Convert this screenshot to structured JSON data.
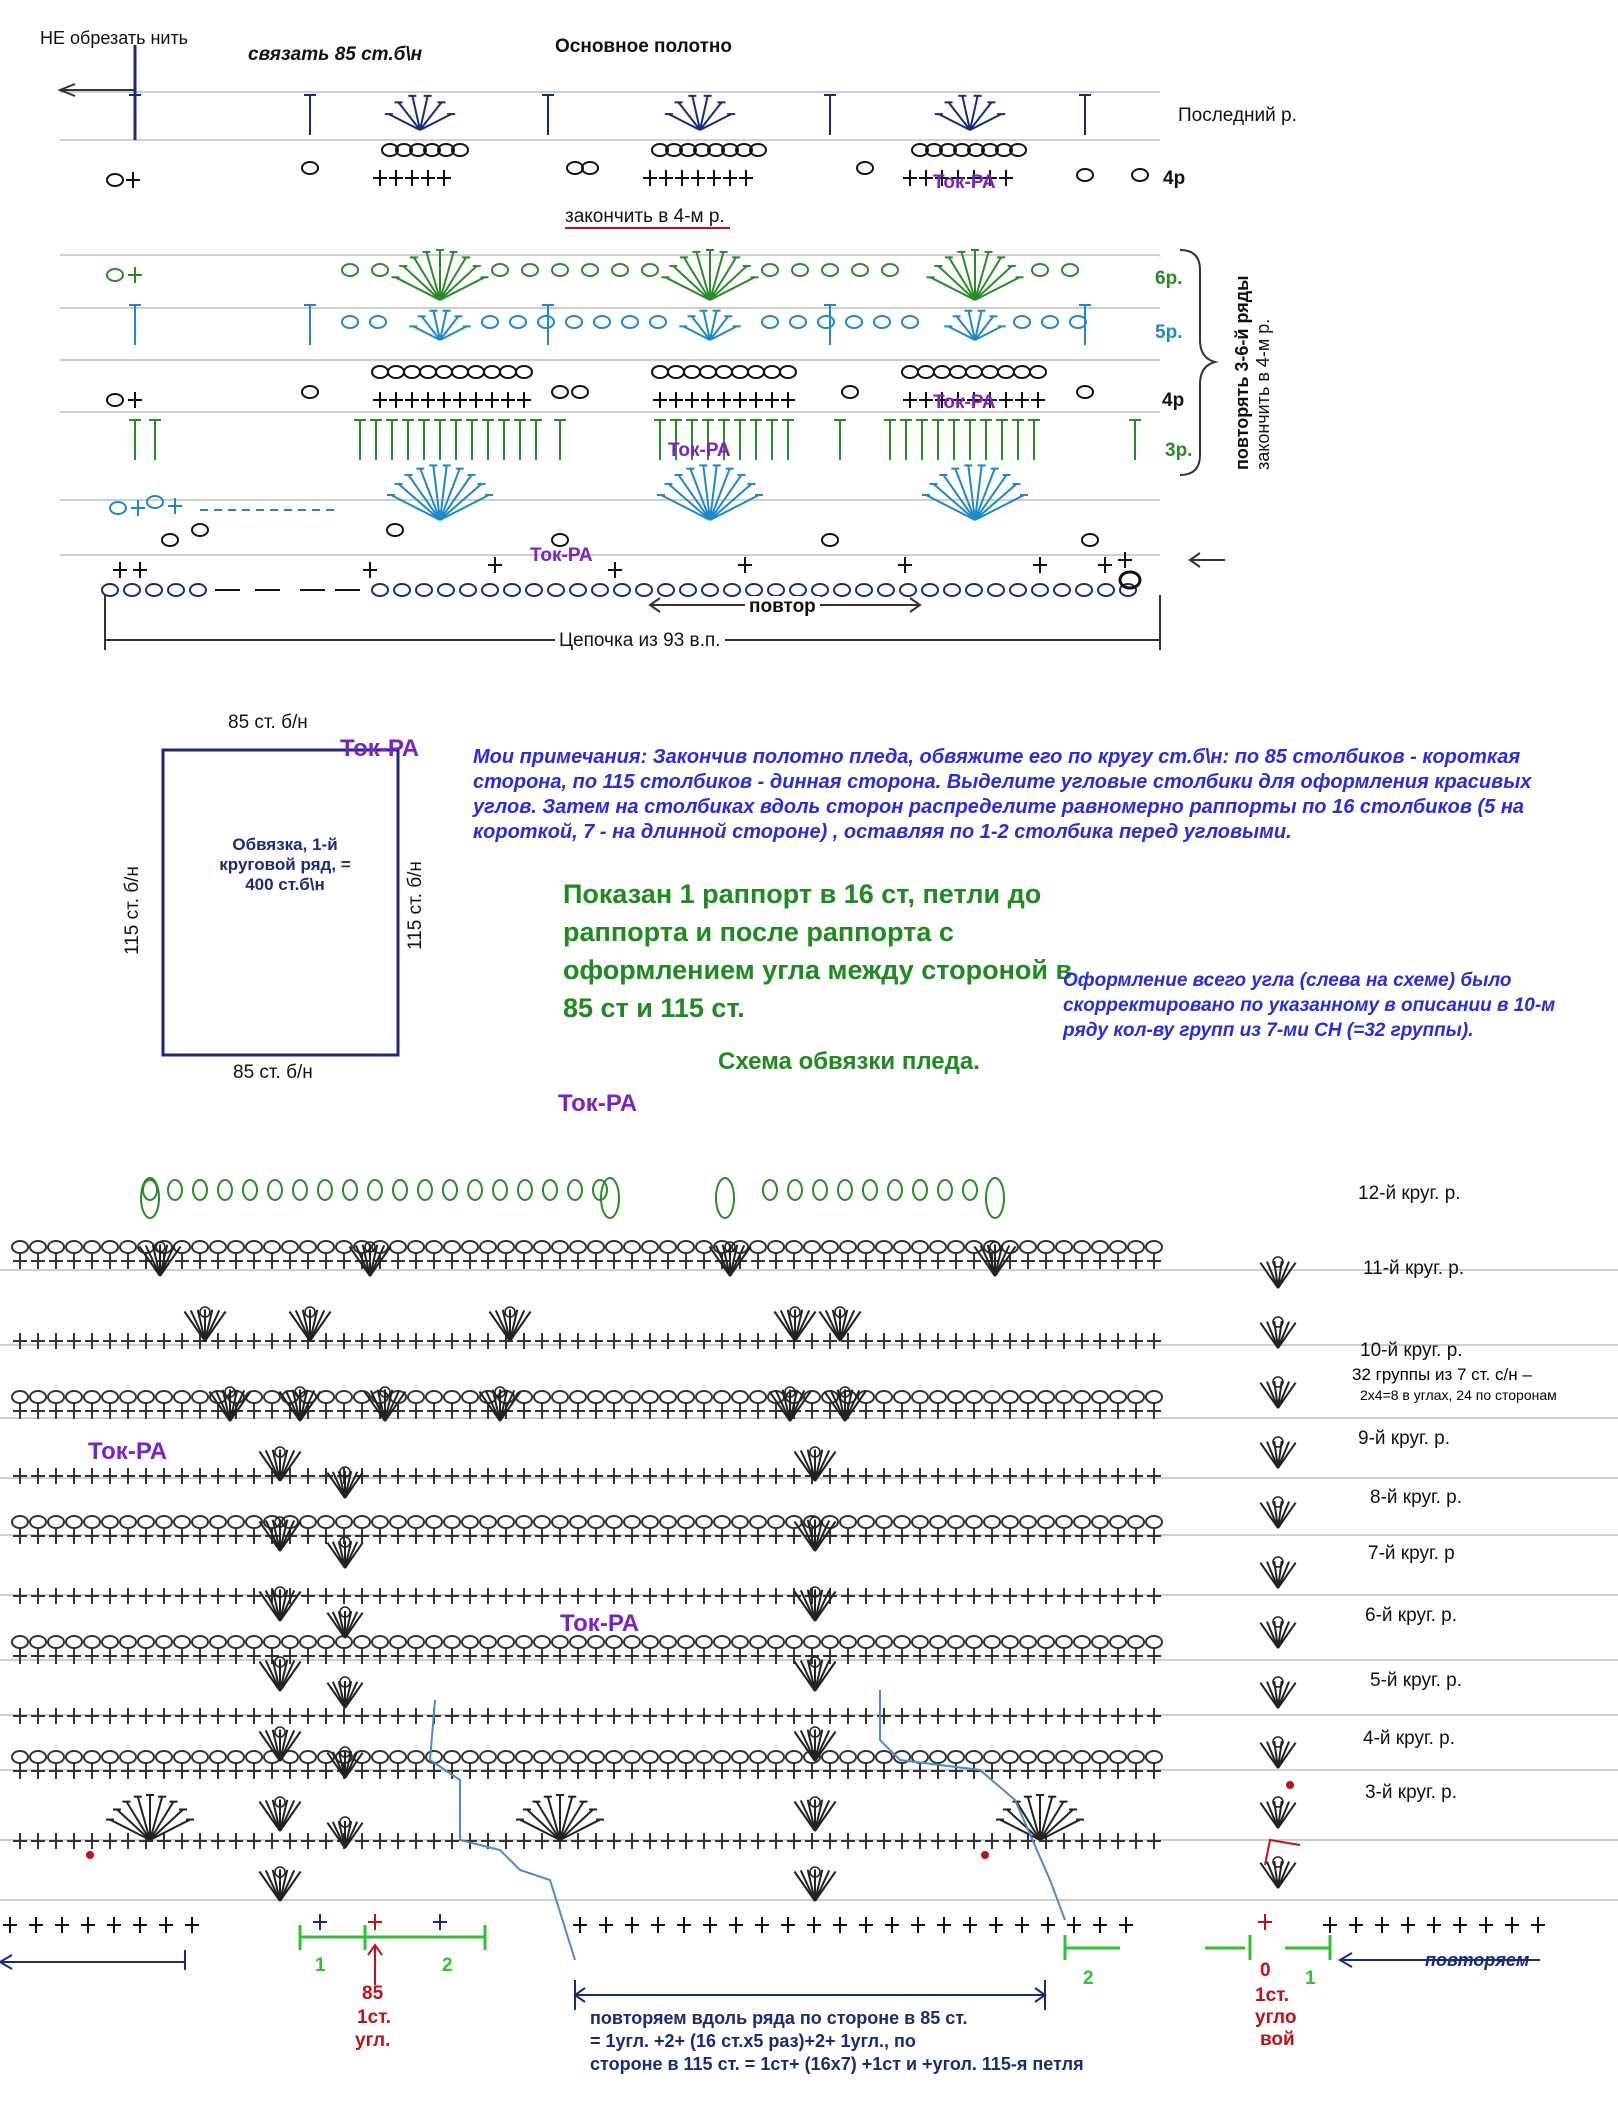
{
  "top": {
    "ne_obrezat": "НЕ обрезать нить",
    "svyazat": "связать 85 ст.б\\н",
    "osnovnoe": "Основное полотно",
    "posledniy": "Последний р.",
    "row4": "4р",
    "zakonchit": "закончить в 4-м р.",
    "row6": "6р.",
    "row5": "5р.",
    "row4b": "4р",
    "row3": "3р.",
    "povtoryat": "повторять 3-6-й ряды",
    "zakonchit_v4": "закончить в 4-м р.",
    "povtor": "повтор",
    "cepochka": "Цепочка из 93 в.п."
  },
  "brand": "Ток-РА",
  "rect": {
    "top": "85 ст. б/н",
    "bottom": "85 ст. б/н",
    "left": "115 ст. б/н",
    "right": "115 ст. б/н",
    "center": "Обвязка, 1-й круговой ряд, = 400 ст.б\\н"
  },
  "notes": {
    "main": "Мои примечания: Закончив полотно пледа, обвяжите его по кругу ст.б\\н: по 85 столбиков - короткая сторона, по 115 столбиков - динная сторона. Выделите угловые столбики для оформления красивых углов. Затем на столбиках вдоль сторон распределите равномерно раппорты по 16 столбиков (5 на короткой, 7 - на длинной стороне) , оставляя по 1-2 столбика перед угловыми.",
    "shown": "Показан 1 раппорт в 16 ст, петли до раппорта и после раппорта с оформлением угла между стороной в 85 ст и 115 ст.",
    "corner": "Оформление всего угла (слева на схеме) было скорректировано по указанному в описании в 10-м ряду кол-ву групп из 7-ми СН (=32 группы).",
    "scheme": "Схема обвязки пледа."
  },
  "rounds": [
    "12-й круг. р.",
    "11-й круг. р.",
    "10-й круг. р.",
    "9-й круг. р.",
    "8-й круг. р.",
    "7-й круг. р",
    "6-й круг. р.",
    "5-й круг. р.",
    "4-й круг. р.",
    "3-й круг. р."
  ],
  "round10_note1": "32 группы из 7 ст. с/н –",
  "round10_note2": "2х4=8 в углах, 24 по сторонам",
  "bottom": {
    "one": "1",
    "two": "2",
    "two_b": "2",
    "n85": "85",
    "st1": "1ст.",
    "ugl": "угл.",
    "zero": "0",
    "one_b": "1",
    "one_c": "1",
    "st1b": "1ст.",
    "uglo": "угло",
    "voy": "вой",
    "povtoryaem": "повторяем",
    "povtoryaem_line1": "повторяем вдоль ряда по стороне в 85 ст.",
    "povtoryaem_line2": "= 1угл. +2+ (16 ст.х5 раз)+2+ 1угл., по",
    "povtoryaem_line3": "стороне в 115 ст. = 1ст+ (16х7) +1ст и +угол. 115-я петля"
  },
  "colors": {
    "blue": "#1e88c8",
    "green": "#2a8a2a",
    "navy": "#1a2a7a",
    "purple": "#7a22c8",
    "red": "#c0101a",
    "text_blue": "#2a2ae0"
  }
}
